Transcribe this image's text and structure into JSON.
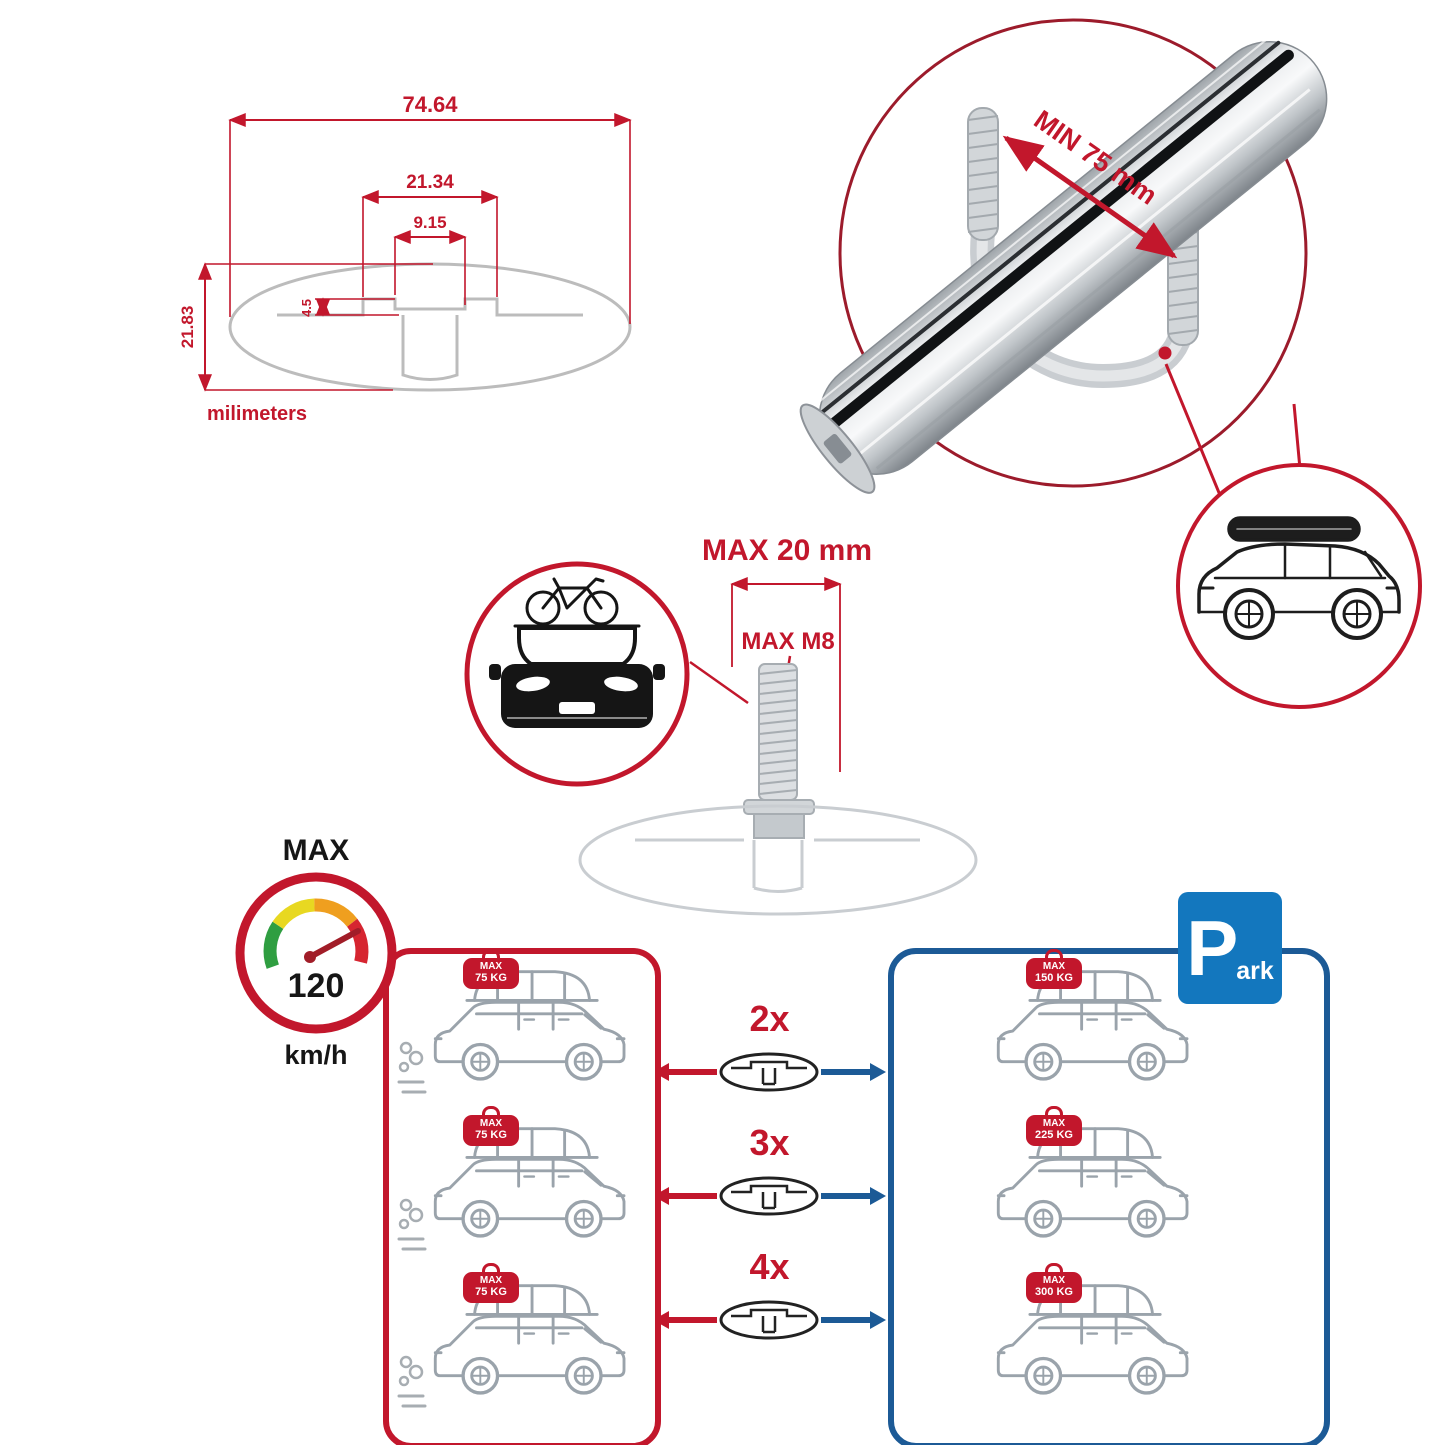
{
  "colors": {
    "accent_red": "#c2172c",
    "panel_blue": "#1c5a96",
    "parking_sign_blue": "#1377be",
    "line_art_gray": "#9aa3ab"
  },
  "dim_diagram": {
    "total_width": "74.64",
    "slot_outer": "21.34",
    "slot_inner": "9.15",
    "slot_depth": "4.5",
    "total_height": "21.83",
    "unit": "milimeters"
  },
  "bar_detail": {
    "clamp_min": "MIN 75 mm"
  },
  "bolt": {
    "max_len": "MAX 20 mm",
    "max_thread": "MAX M8"
  },
  "speed": {
    "label": "MAX",
    "value": "120",
    "unit": "km/h"
  },
  "red_panel": {
    "cars": [
      {
        "tag_title": "MAX",
        "tag_weight": "75 KG"
      },
      {
        "tag_title": "MAX",
        "tag_weight": "75 KG"
      },
      {
        "tag_title": "MAX",
        "tag_weight": "75 KG"
      }
    ]
  },
  "multipliers": [
    {
      "label": "2x"
    },
    {
      "label": "3x"
    },
    {
      "label": "4x"
    }
  ],
  "blue_panel": {
    "cars": [
      {
        "tag_title": "MAX",
        "tag_weight": "150 KG"
      },
      {
        "tag_title": "MAX",
        "tag_weight": "225 KG"
      },
      {
        "tag_title": "MAX",
        "tag_weight": "300 KG"
      }
    ]
  },
  "parking": {
    "letter": "P",
    "suffix": "ark"
  }
}
